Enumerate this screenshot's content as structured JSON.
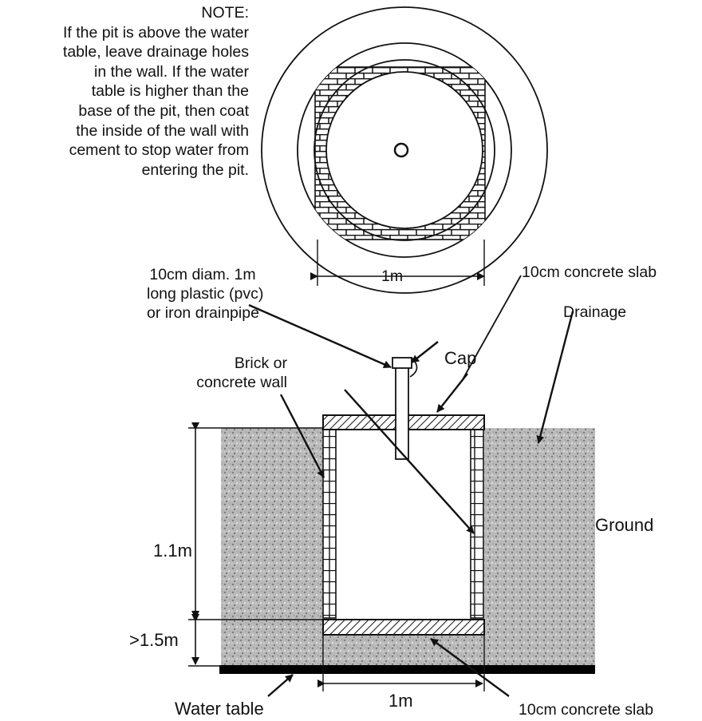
{
  "note": {
    "heading": "NOTE:",
    "lines": [
      "If the pit is above the water",
      "table, leave drainage holes",
      "in the wall. If the water",
      "table is higher than the",
      "base of the pit, then coat",
      "the inside of the wall with",
      "cement to stop water from",
      "entering the pit."
    ]
  },
  "top_view": {
    "width_label": "1m"
  },
  "labels": {
    "pipe": [
      "10cm diam. 1m",
      "long plastic (pvc)",
      "or iron drainpipe"
    ],
    "wall": [
      "Brick or",
      "concrete wall"
    ],
    "cap": "Cap",
    "top_slab": "10cm concrete slab",
    "drainage": "Drainage",
    "ground": "Ground",
    "depth": "1.1m",
    "clearance": ">1.5m",
    "water_table": "Water table",
    "bottom_width": "1m",
    "bottom_slab": "10cm concrete slab"
  }
}
